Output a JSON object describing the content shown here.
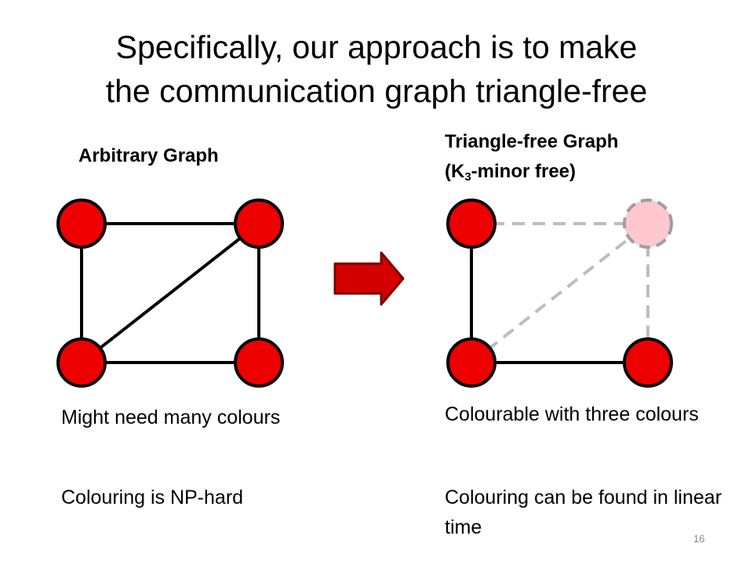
{
  "title": {
    "line1": "Specifically, our approach is to make",
    "line2": "the communication graph triangle-free"
  },
  "left_panel": {
    "heading": "Arbitrary Graph",
    "caption1": "Might need many colours",
    "caption2": "Colouring is NP-hard"
  },
  "right_panel": {
    "heading_line1": "Triangle-free Graph",
    "heading_prefix": "(K",
    "heading_sub": "3",
    "heading_suffix": "-minor free)",
    "caption1": "Colourable with three colours",
    "caption2": "Colouring can be found in linear time"
  },
  "page_number": "16",
  "colors": {
    "node_fill": "#ee0000",
    "removed_node_fill": "#ffc7ce",
    "removed_edge": "#bdbdbd",
    "arrow_fill": "#d40000"
  }
}
